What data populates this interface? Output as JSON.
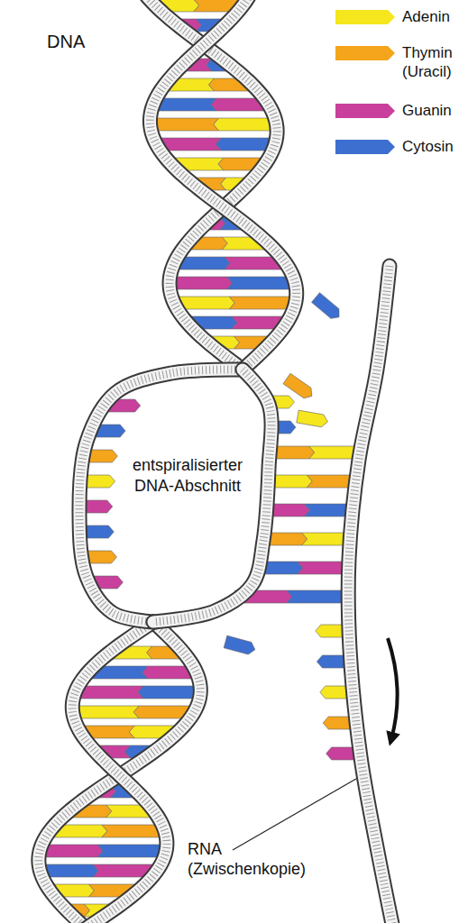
{
  "diagram": {
    "labels": [
      "DNA",
      "entspiralisierter DNA-Abschnitt",
      "RNA (Zwischenkopie)"
    ],
    "legend": [
      {
        "text": "Adenin",
        "color": "#f5e61e"
      },
      {
        "text": "Thymin (Uracil)",
        "color": "#f4a51c"
      },
      {
        "text": "Guanin",
        "color": "#c8409c"
      },
      {
        "text": "Cytosin",
        "color": "#3d6fd0"
      }
    ]
  }
}
